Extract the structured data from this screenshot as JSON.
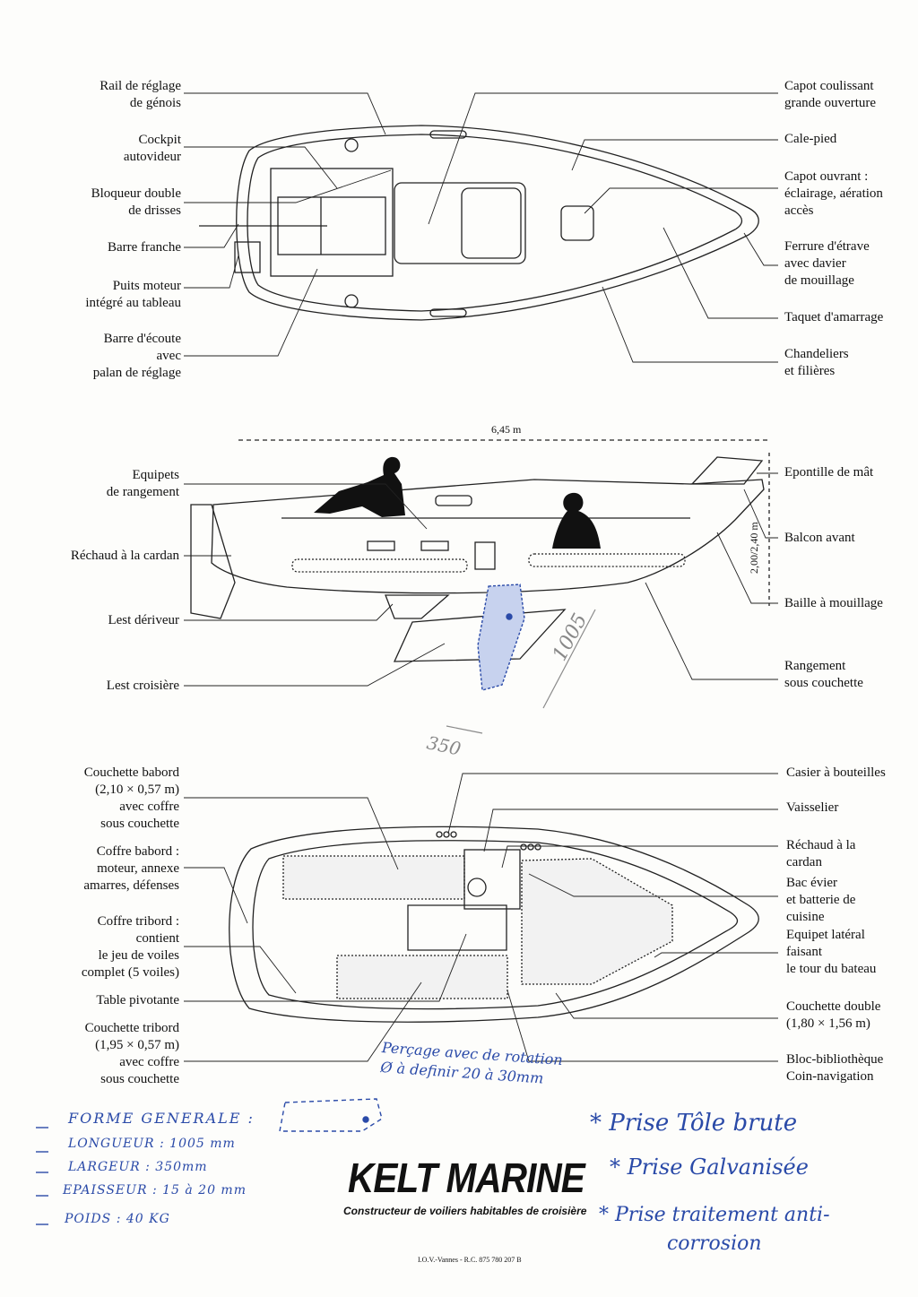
{
  "top_view": {
    "left": [
      "Rail de réglage\nde génois",
      "Cockpit\nautovideur",
      "Bloqueur double\nde drisses",
      "Barre franche",
      "Puits moteur\nintégré au tableau",
      "Barre d'écoute\navec\npalan de réglage"
    ],
    "right": [
      "Capot coulissant\ngrande ouverture",
      "Cale-pied",
      "Capot ouvrant :\néclairage, aération\naccès",
      "Ferrure d'étrave\navec davier\nde mouillage",
      "Taquet d'amarrage",
      "Chandeliers\net filières"
    ]
  },
  "side_view": {
    "length": "6,45 m",
    "height": "2,00/2,40 m",
    "left": [
      "Equipets\nde rangement",
      "Réchaud à la cardan",
      "Lest dériveur",
      "Lest croisière"
    ],
    "right": [
      "Epontille de mât",
      "Balcon avant",
      "Baille à mouillage",
      "Rangement\nsous couchette"
    ]
  },
  "plan_view": {
    "left": [
      "Couchette babord\n(2,10 × 0,57 m)\navec coffre\nsous couchette",
      "Coffre babord :\nmoteur, annexe\namarres, défenses",
      "Coffre tribord :\ncontient\nle jeu de voiles\ncomplet (5 voiles)",
      "Table pivotante",
      "Couchette tribord\n(1,95 × 0,57 m)\navec coffre\nsous couchette"
    ],
    "right": [
      "Casier à bouteilles",
      "Vaisselier",
      "Réchaud à la cardan",
      "Bac évier\net batterie de cuisine",
      "Equipet latéral\nfaisant\nle tour du bateau",
      "Couchette double\n(1,80 × 1,56 m)",
      "Bloc-bibliothèque\nCoin-navigation"
    ]
  },
  "handwritten": {
    "dim_1005": "1005",
    "dim_350": "350",
    "percage": "Perçage avec de rotation\nØ à definir 20 à 30mm",
    "forme": "FORME GENERALE :",
    "longueur": "LONGUEUR : 1005 mm",
    "largeur": "LARGEUR : 350mm",
    "epaisseur": "EPAISSEUR : 15 à 20 mm",
    "poids": "POIDS : 40 KG",
    "note1": "* Prise Tôle brute",
    "note2": "* Prise Galvanisée",
    "note3": "* Prise traitement anti-\ncorrosion"
  },
  "footer": {
    "brand": "KELT MARINE",
    "tagline": "Constructeur de voiliers habitables de croisière",
    "registry": "I.O.V.-Vannes - R.C. 875 780 207 B"
  },
  "colors": {
    "ink": "#111111",
    "pen": "#2a4aa8"
  }
}
